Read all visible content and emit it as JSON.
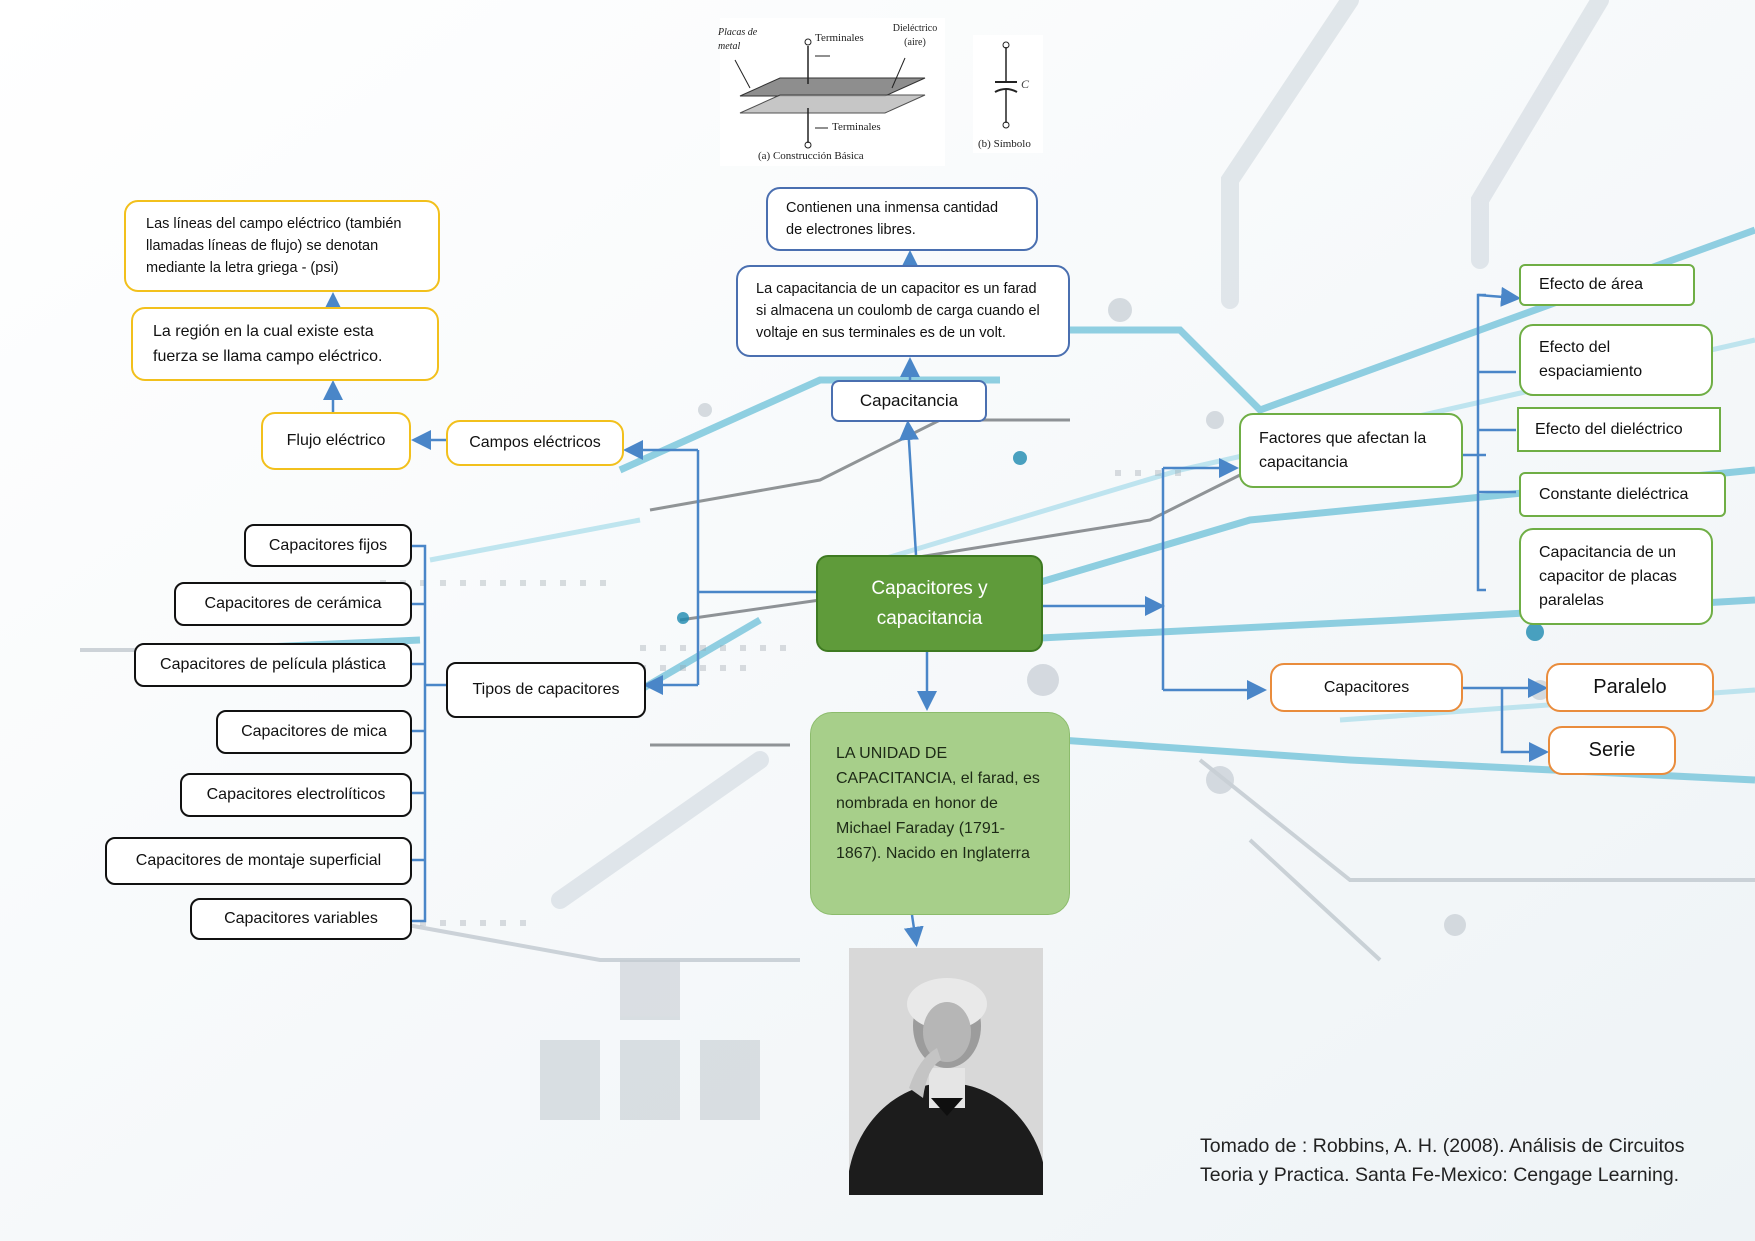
{
  "center": {
    "title": "Capacitores y capacitancia"
  },
  "capacitance": {
    "label": "Capacitancia",
    "definition": "La capacitancia de un capacitor es un farad si almacena un coulomb de carga cuando el voltaje en sus terminales es de un volt.",
    "note": "Contienen una inmensa cantidad de electrones libres."
  },
  "construction_figure": {
    "placas": "Placas de metal",
    "terminales_top": "Terminales",
    "dielectrico": "Dieléctrico (aire)",
    "terminales_bottom": "Terminales",
    "caption_a": "(a) Construcción Básica",
    "symbol_letter": "C",
    "caption_b": "(b) Símbolo"
  },
  "electric_fields": {
    "label": "Campos eléctricos",
    "flux": "Flujo eléctrico",
    "region": "La región en la cual existe esta fuerza se llama campo eléctrico.",
    "lines": "Las líneas del campo eléctrico (también llamadas líneas de flujo) se denotan mediante la letra griega - (psi)"
  },
  "types": {
    "label": "Tipos de capacitores",
    "items": [
      "Capacitores fijos",
      "Capacitores de cerámica",
      "Capacitores de película plástica",
      "Capacitores de mica",
      "Capacitores electrolíticos",
      "Capacitores de montaje superficial",
      "Capacitores variables"
    ]
  },
  "factors": {
    "label": "Factores que afectan la capacitancia",
    "items": [
      "Efecto de área",
      "Efecto del espaciamiento",
      "Efecto del dieléctrico",
      "Constante dieléctrica",
      "Capacitancia de un capacitor de placas paralelas"
    ]
  },
  "capacitores": {
    "label": "Capacitores",
    "paralelo": "Paralelo",
    "serie": "Serie"
  },
  "unit": {
    "text": "LA UNIDAD DE CAPACITANCIA, el farad, es nombrada en honor de Michael Faraday (1791-1867). Nacido en Inglaterra"
  },
  "reference": {
    "line1": "Tomado de : Robbins, A. H. (2008). Análisis de Circuitos",
    "line2": "Teoria y Practica. Santa Fe-Mexico: Cengage Learning."
  },
  "colors": {
    "center_fill": "#5f9b3a",
    "connector": "#4a86c8",
    "yellow_border": "#f2c01c",
    "blue_border": "#4a6fb0",
    "green_border": "#6fae45",
    "orange_border": "#e98c3c"
  }
}
